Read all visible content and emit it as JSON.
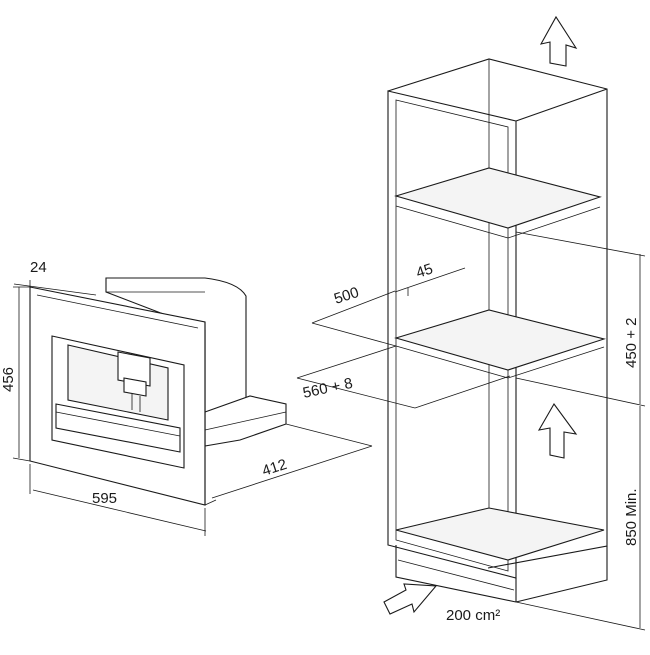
{
  "dimensions": {
    "appliance_depth_offset": "24",
    "appliance_height": "456",
    "appliance_width": "595",
    "appliance_depth": "412",
    "cabinet_depth": "500",
    "shelf_gap": "45",
    "niche_width": "560 + 8",
    "niche_height": "450 + 2",
    "floor_height": "850 Min.",
    "vent_area": "200 cm²"
  },
  "icons": {
    "airflow_top": "arrow-up-icon",
    "airflow_middle": "arrow-up-icon",
    "airflow_bottom": "arrow-in-icon"
  }
}
